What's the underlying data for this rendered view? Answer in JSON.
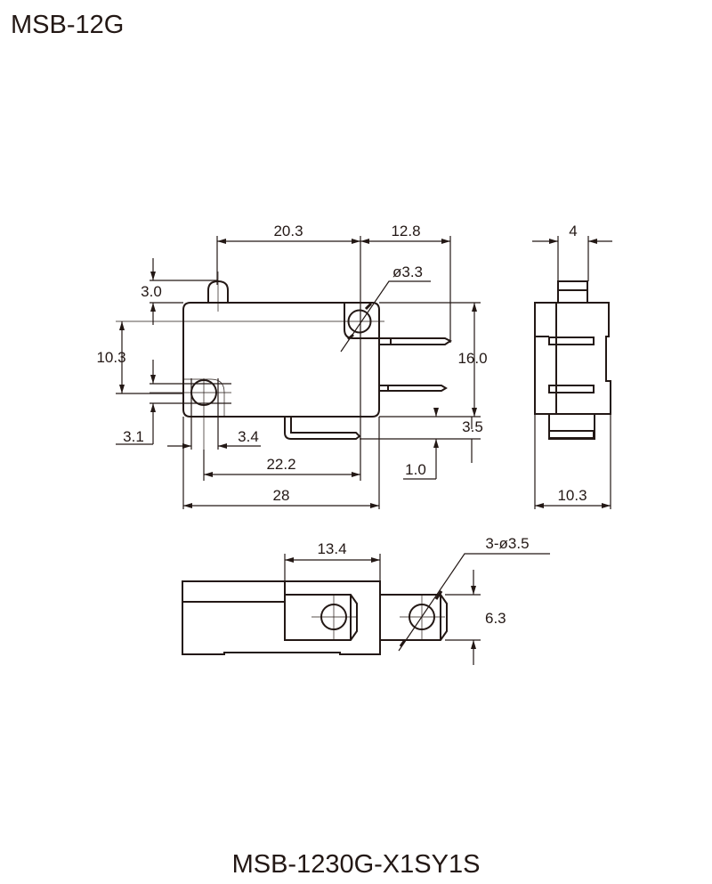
{
  "header": {
    "series_title": "MSB-12G"
  },
  "footer": {
    "model_number": "MSB-1230G-X1SY1S"
  },
  "front_view": {
    "dims": {
      "actuator_to_hole": "20.3",
      "hole_to_terminal": "12.8",
      "hole_diameter": "ø3.3",
      "actuator_height": "3.0",
      "hole_spacing_v": "10.3",
      "hole_offset_v": "3.1",
      "hole_offset_h": "3.4",
      "hole_spacing_h": "22.2",
      "body_length": "28",
      "body_height": "16.0",
      "terminal_offset": "3.5",
      "terminal_thickness": "1.0"
    }
  },
  "side_view": {
    "dims": {
      "actuator_width": "4",
      "body_width": "10.3"
    }
  },
  "bottom_view": {
    "dims": {
      "terminal_pitch": "13.4",
      "terminal_holes": "3-ø3.5",
      "terminal_width": "6.3"
    }
  }
}
